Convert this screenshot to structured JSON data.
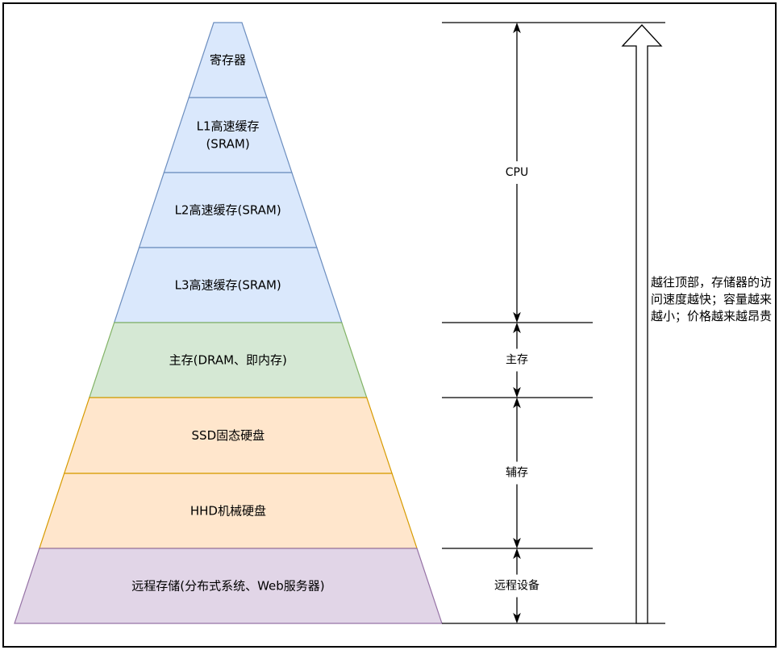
{
  "diagram": {
    "levels": [
      {
        "lines": [
          "寄存器"
        ],
        "fill": "#dae8fc",
        "stroke": "#6c8ebf"
      },
      {
        "lines": [
          "L1高速缓存",
          "(SRAM)"
        ],
        "fill": "#dae8fc",
        "stroke": "#6c8ebf"
      },
      {
        "lines": [
          "L2高速缓存(SRAM)"
        ],
        "fill": "#dae8fc",
        "stroke": "#6c8ebf"
      },
      {
        "lines": [
          "L3高速缓存(SRAM)"
        ],
        "fill": "#dae8fc",
        "stroke": "#6c8ebf"
      },
      {
        "lines": [
          "主存(DRAM、即内存)"
        ],
        "fill": "#d5e8d4",
        "stroke": "#82b366"
      },
      {
        "lines": [
          "SSD固态硬盘"
        ],
        "fill": "#ffe6cc",
        "stroke": "#d79b00"
      },
      {
        "lines": [
          "HHD机械硬盘"
        ],
        "fill": "#ffe6cc",
        "stroke": "#d79b00"
      },
      {
        "lines": [
          "远程存储(分布式系统、Web服务器)"
        ],
        "fill": "#e1d5e7",
        "stroke": "#9673a6"
      }
    ],
    "ranges": [
      {
        "label": "CPU"
      },
      {
        "label": "主存"
      },
      {
        "label": "辅存"
      },
      {
        "label": "远程设备"
      }
    ],
    "note": "越往顶部，存储器的访问速度越快；容量越来越小；价格越来越昂贵"
  }
}
